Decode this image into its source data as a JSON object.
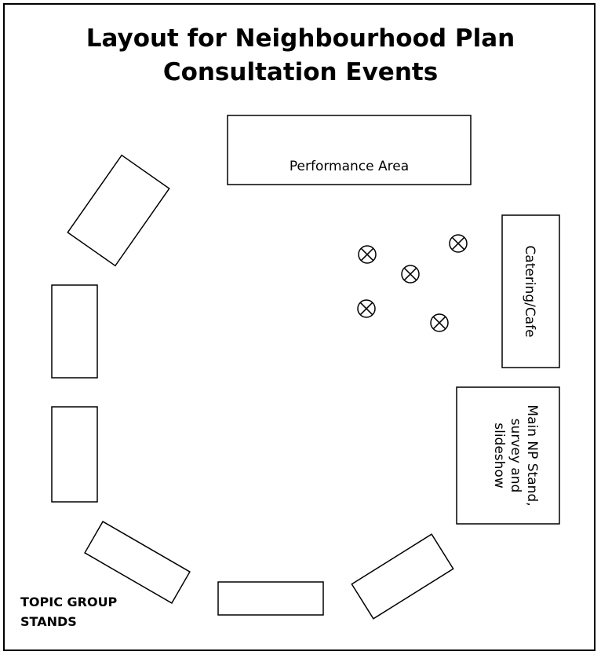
{
  "title": "Layout for Neighbourhood Plan Consultation Events",
  "areas": {
    "performance": "Performance Area",
    "catering": "Catering/Cafe",
    "main_stand_lines": [
      "Main NP Stand,",
      "survey and",
      "slideshow"
    ]
  },
  "topic_stands_label": "TOPIC GROUP STANDS",
  "seat_icon": "circled-x-icon"
}
